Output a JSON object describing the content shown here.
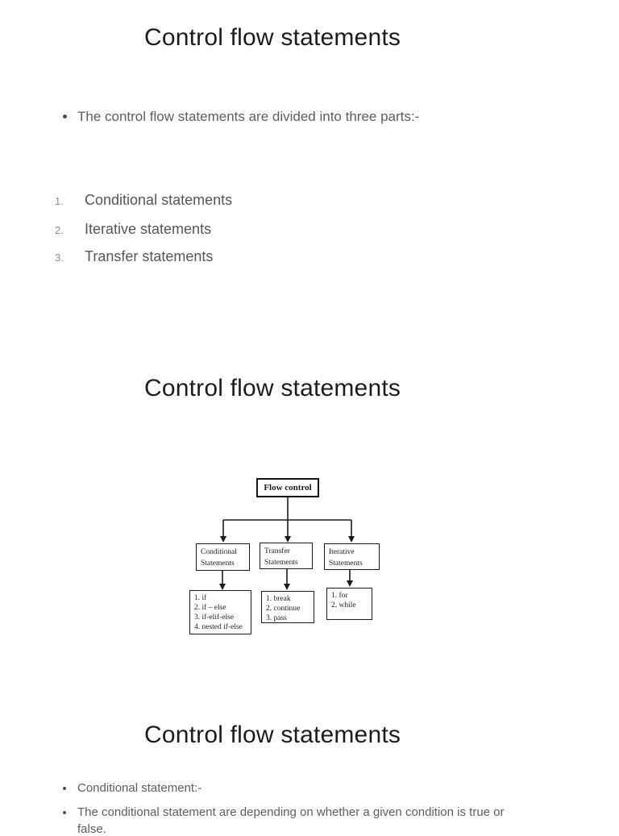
{
  "document": {
    "slides": [
      {
        "title": "Control flow statements",
        "bullet": "The control flow statements are divided into three parts:-",
        "items": [
          {
            "num": "1.",
            "label": "Conditional statements"
          },
          {
            "num": "2.",
            "label": "Iterative statements"
          },
          {
            "num": "3.",
            "label": "Transfer statements"
          }
        ]
      },
      {
        "title": "Control flow statements",
        "diagram": {
          "root": "Flow control",
          "branches": [
            {
              "line1": "Conditional",
              "line2": "Statements",
              "items": [
                "1. if",
                "2. if – else",
                "3. if-elif-else",
                "4. nested if-else"
              ]
            },
            {
              "line1": "Transfer",
              "line2": "Statements",
              "items": [
                "1. break",
                "2. continue",
                "3. pass"
              ]
            },
            {
              "line1": "Iterative",
              "line2": "Statements",
              "items": [
                "1. for",
                "2. while"
              ]
            }
          ]
        }
      },
      {
        "title": "Control flow statements",
        "bullets": [
          "Conditional statement:-",
          "The conditional statement are depending on whether a given condition is true or",
          "false."
        ]
      }
    ]
  },
  "colors": {
    "page_bg": "#ffffff",
    "title_text": "#1c1c1c",
    "body_text": "#5d5d5d",
    "list_number": "#8c8c8c",
    "diagram_ink": "#1b1b1b"
  }
}
